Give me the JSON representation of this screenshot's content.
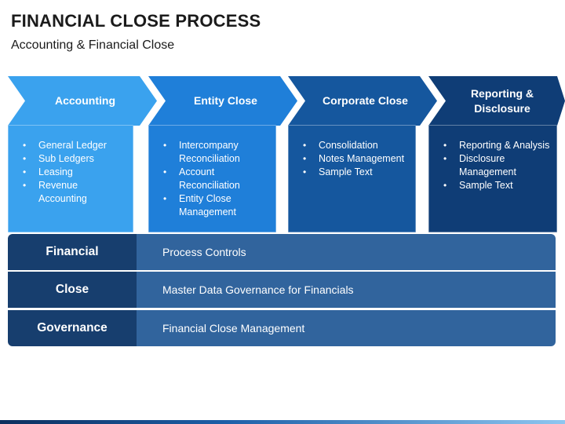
{
  "title": "FINANCIAL CLOSE PROCESS",
  "subtitle": "Accounting & Financial Close",
  "colors": {
    "stage1": "#3aa2ee",
    "stage2": "#1f7fd9",
    "stage3": "#15579e",
    "stage4": "#0f3d76",
    "row_label": "#173e6e",
    "row_text": "#31649d"
  },
  "stages": [
    {
      "label": "Accounting",
      "items": [
        "General Ledger",
        "Sub Ledgers",
        "Leasing",
        "Revenue Accounting"
      ]
    },
    {
      "label": "Entity Close",
      "items": [
        "Intercompany Reconciliation",
        "Account Reconciliation",
        "Entity Close Management"
      ]
    },
    {
      "label": "Corporate Close",
      "items": [
        "Consolidation",
        "Notes Management",
        "Sample Text"
      ]
    },
    {
      "label": "Reporting & Disclosure",
      "items": [
        "Reporting & Analysis",
        "Disclosure Management",
        "Sample Text"
      ]
    }
  ],
  "governance": [
    {
      "label": "Financial",
      "text": "Process Controls"
    },
    {
      "label": "Close",
      "text": "Master Data Governance for Financials"
    },
    {
      "label": "Governance",
      "text": "Financial  Close Management"
    }
  ]
}
